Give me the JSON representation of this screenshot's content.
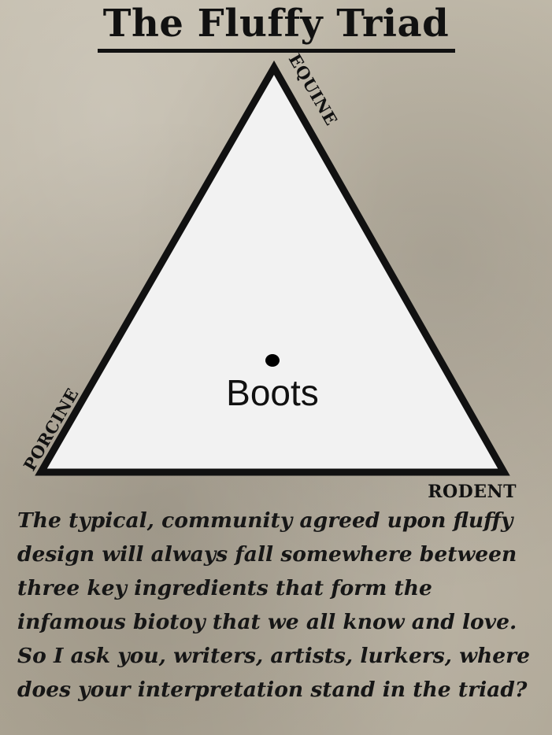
{
  "title": "The Fluffy Triad",
  "vertices": {
    "top": "EQUINE",
    "bottom_left": "PORCINE",
    "bottom_right": "RODENT"
  },
  "point": {
    "label": "Boots"
  },
  "colors": {
    "background": "#b9b1a1",
    "triangle_fill": "#f2f2f2",
    "ink": "#111111"
  },
  "caption": "The typical, community agreed upon fluffy design will always fall somewhere between three key ingredients that form the infamous biotoy that we all know and love. So I ask you, writers, artists, lurkers, where does your interpretation stand in the triad?"
}
